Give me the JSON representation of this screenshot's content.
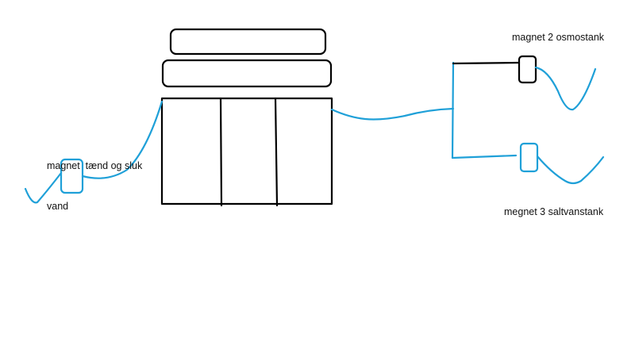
{
  "colors": {
    "wire": "#1fa0d8",
    "outline": "#000000"
  },
  "labels": {
    "magnet1_line1": "magnet  tænd og sluk",
    "magnet1_line2": "vand",
    "magnet2": "magnet 2 osmostank",
    "magnet3": "megnet 3 saltvanstank"
  }
}
